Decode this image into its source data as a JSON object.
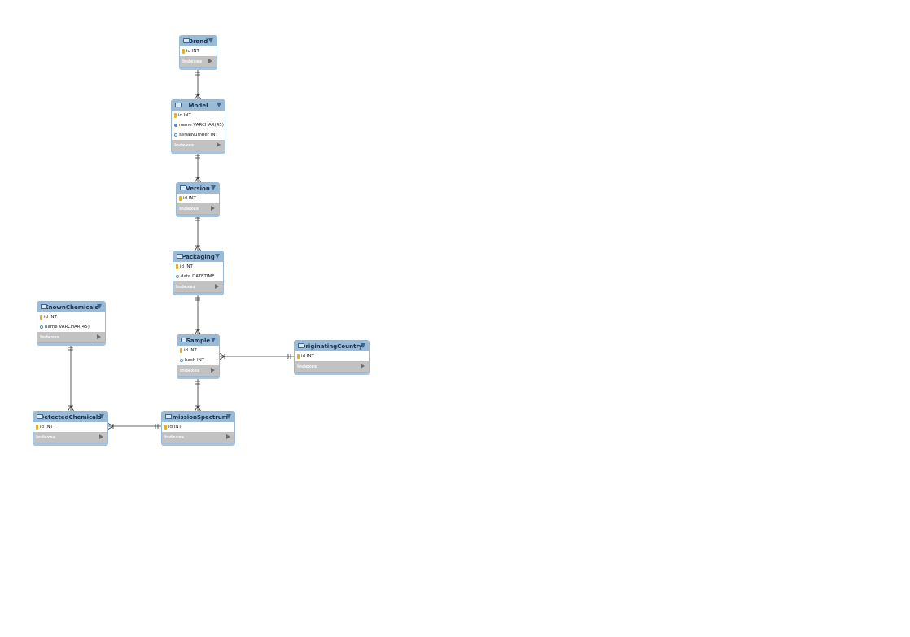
{
  "tables": {
    "brand": {
      "name": "Brand",
      "columns": [
        "id INT"
      ],
      "indexes_label": "Indexes"
    },
    "model": {
      "name": "Model",
      "columns": [
        "id INT",
        "name VARCHAR(45)",
        "serialNumber INT"
      ],
      "indexes_label": "Indexes"
    },
    "version": {
      "name": "Version",
      "columns": [
        "id INT"
      ],
      "indexes_label": "Indexes"
    },
    "packaging": {
      "name": "Packaging",
      "columns": [
        "id INT",
        "date DATETIME"
      ],
      "indexes_label": "Indexes"
    },
    "sample": {
      "name": "Sample",
      "columns": [
        "id INT",
        "hash INT"
      ],
      "indexes_label": "Indexes"
    },
    "originating_country": {
      "name": "OriginatingCountry",
      "columns": [
        "id INT"
      ],
      "indexes_label": "Indexes"
    },
    "known_chemicals": {
      "name": "KnownChemicals",
      "columns": [
        "id INT",
        "name VARCHAR(45)"
      ],
      "indexes_label": "Indexes"
    },
    "detected_chemicals": {
      "name": "DetectedChemicals",
      "columns": [
        "id INT"
      ],
      "indexes_label": "Indexes"
    },
    "emission_spectrum": {
      "name": "EmissionSpectrum",
      "columns": [
        "id INT"
      ],
      "indexes_label": "Indexes"
    }
  },
  "relationships": [
    {
      "from": "Brand",
      "to": "Model",
      "cardinality": "one-to-many"
    },
    {
      "from": "Model",
      "to": "Version",
      "cardinality": "one-to-many"
    },
    {
      "from": "Version",
      "to": "Packaging",
      "cardinality": "one-to-many"
    },
    {
      "from": "Packaging",
      "to": "Sample",
      "cardinality": "one-to-many"
    },
    {
      "from": "OriginatingCountry",
      "to": "Sample",
      "cardinality": "one-to-many"
    },
    {
      "from": "Sample",
      "to": "EmissionSpectrum",
      "cardinality": "one-to-many"
    },
    {
      "from": "EmissionSpectrum",
      "to": "DetectedChemicals",
      "cardinality": "one-to-many"
    },
    {
      "from": "KnownChemicals",
      "to": "DetectedChemicals",
      "cardinality": "one-to-many"
    }
  ],
  "colors": {
    "header": "#9bbad6",
    "indexes": "#c2c2c2",
    "line": "#333333",
    "key": "#e0b02a"
  }
}
